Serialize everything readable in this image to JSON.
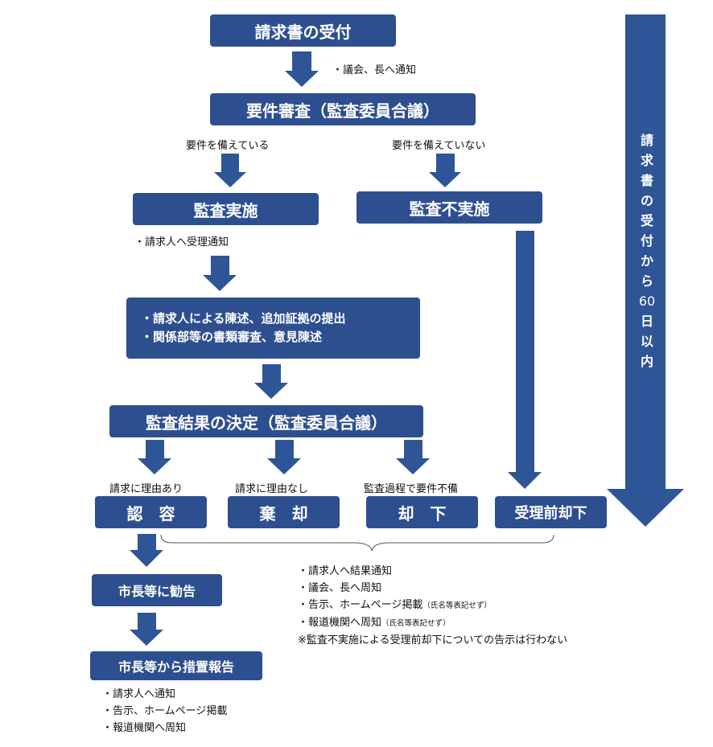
{
  "boxes": {
    "receipt": "請求書の受付",
    "review": "要件審査（監査委員合議）",
    "audit": "監査実施",
    "no_audit": "監査不実施",
    "statement_line1": "・請求人による陳述、追加証拠の提出",
    "statement_line2": "・関係部等の書類審査、意見陳述",
    "decision": "監査結果の決定（監査委員合議）",
    "approve": "認　容",
    "dismiss": "棄　却",
    "reject": "却　下",
    "pre_reject": "受理前却下",
    "recommend": "市長等に勧告",
    "measures": "市長等から措置報告"
  },
  "labels": {
    "notify_assembly": "・議会、長へ通知",
    "requirements_met": "要件を備えている",
    "requirements_not_met": "要件を備えていない",
    "notify_claimant_receipt": "・請求人へ受理通知",
    "has_reason": "請求に理由あり",
    "no_reason": "請求に理由なし",
    "deficient_during_audit": "監査過程で要件不備"
  },
  "result_notices": {
    "item1": "・請求人へ結果通知",
    "item2": "・議会、長へ周知",
    "item3": "・告示、ホームページ掲載",
    "item3_note": "（氏名等表記せず）",
    "item4": "・報道機関へ周知",
    "item4_note": "（氏名等表記せず）",
    "remark": "※監査不実施による受理前却下についての告示は行わない"
  },
  "final_notices": {
    "item1": "・請求人へ通知",
    "item2": "・告示、ホームページ掲載",
    "item3": "・報道機関へ周知"
  },
  "deadline": {
    "c1": "請",
    "c2": "求",
    "c3": "書",
    "c4": "の",
    "c5": "受",
    "c6": "付",
    "c7": "か",
    "c8": "ら",
    "c9": "60",
    "c10": "日",
    "c11": "以",
    "c12": "内"
  },
  "colors": {
    "box_fill": "#2e4f8f",
    "arrow_fill": "#2e5596",
    "text_on_box": "#ffffff"
  }
}
